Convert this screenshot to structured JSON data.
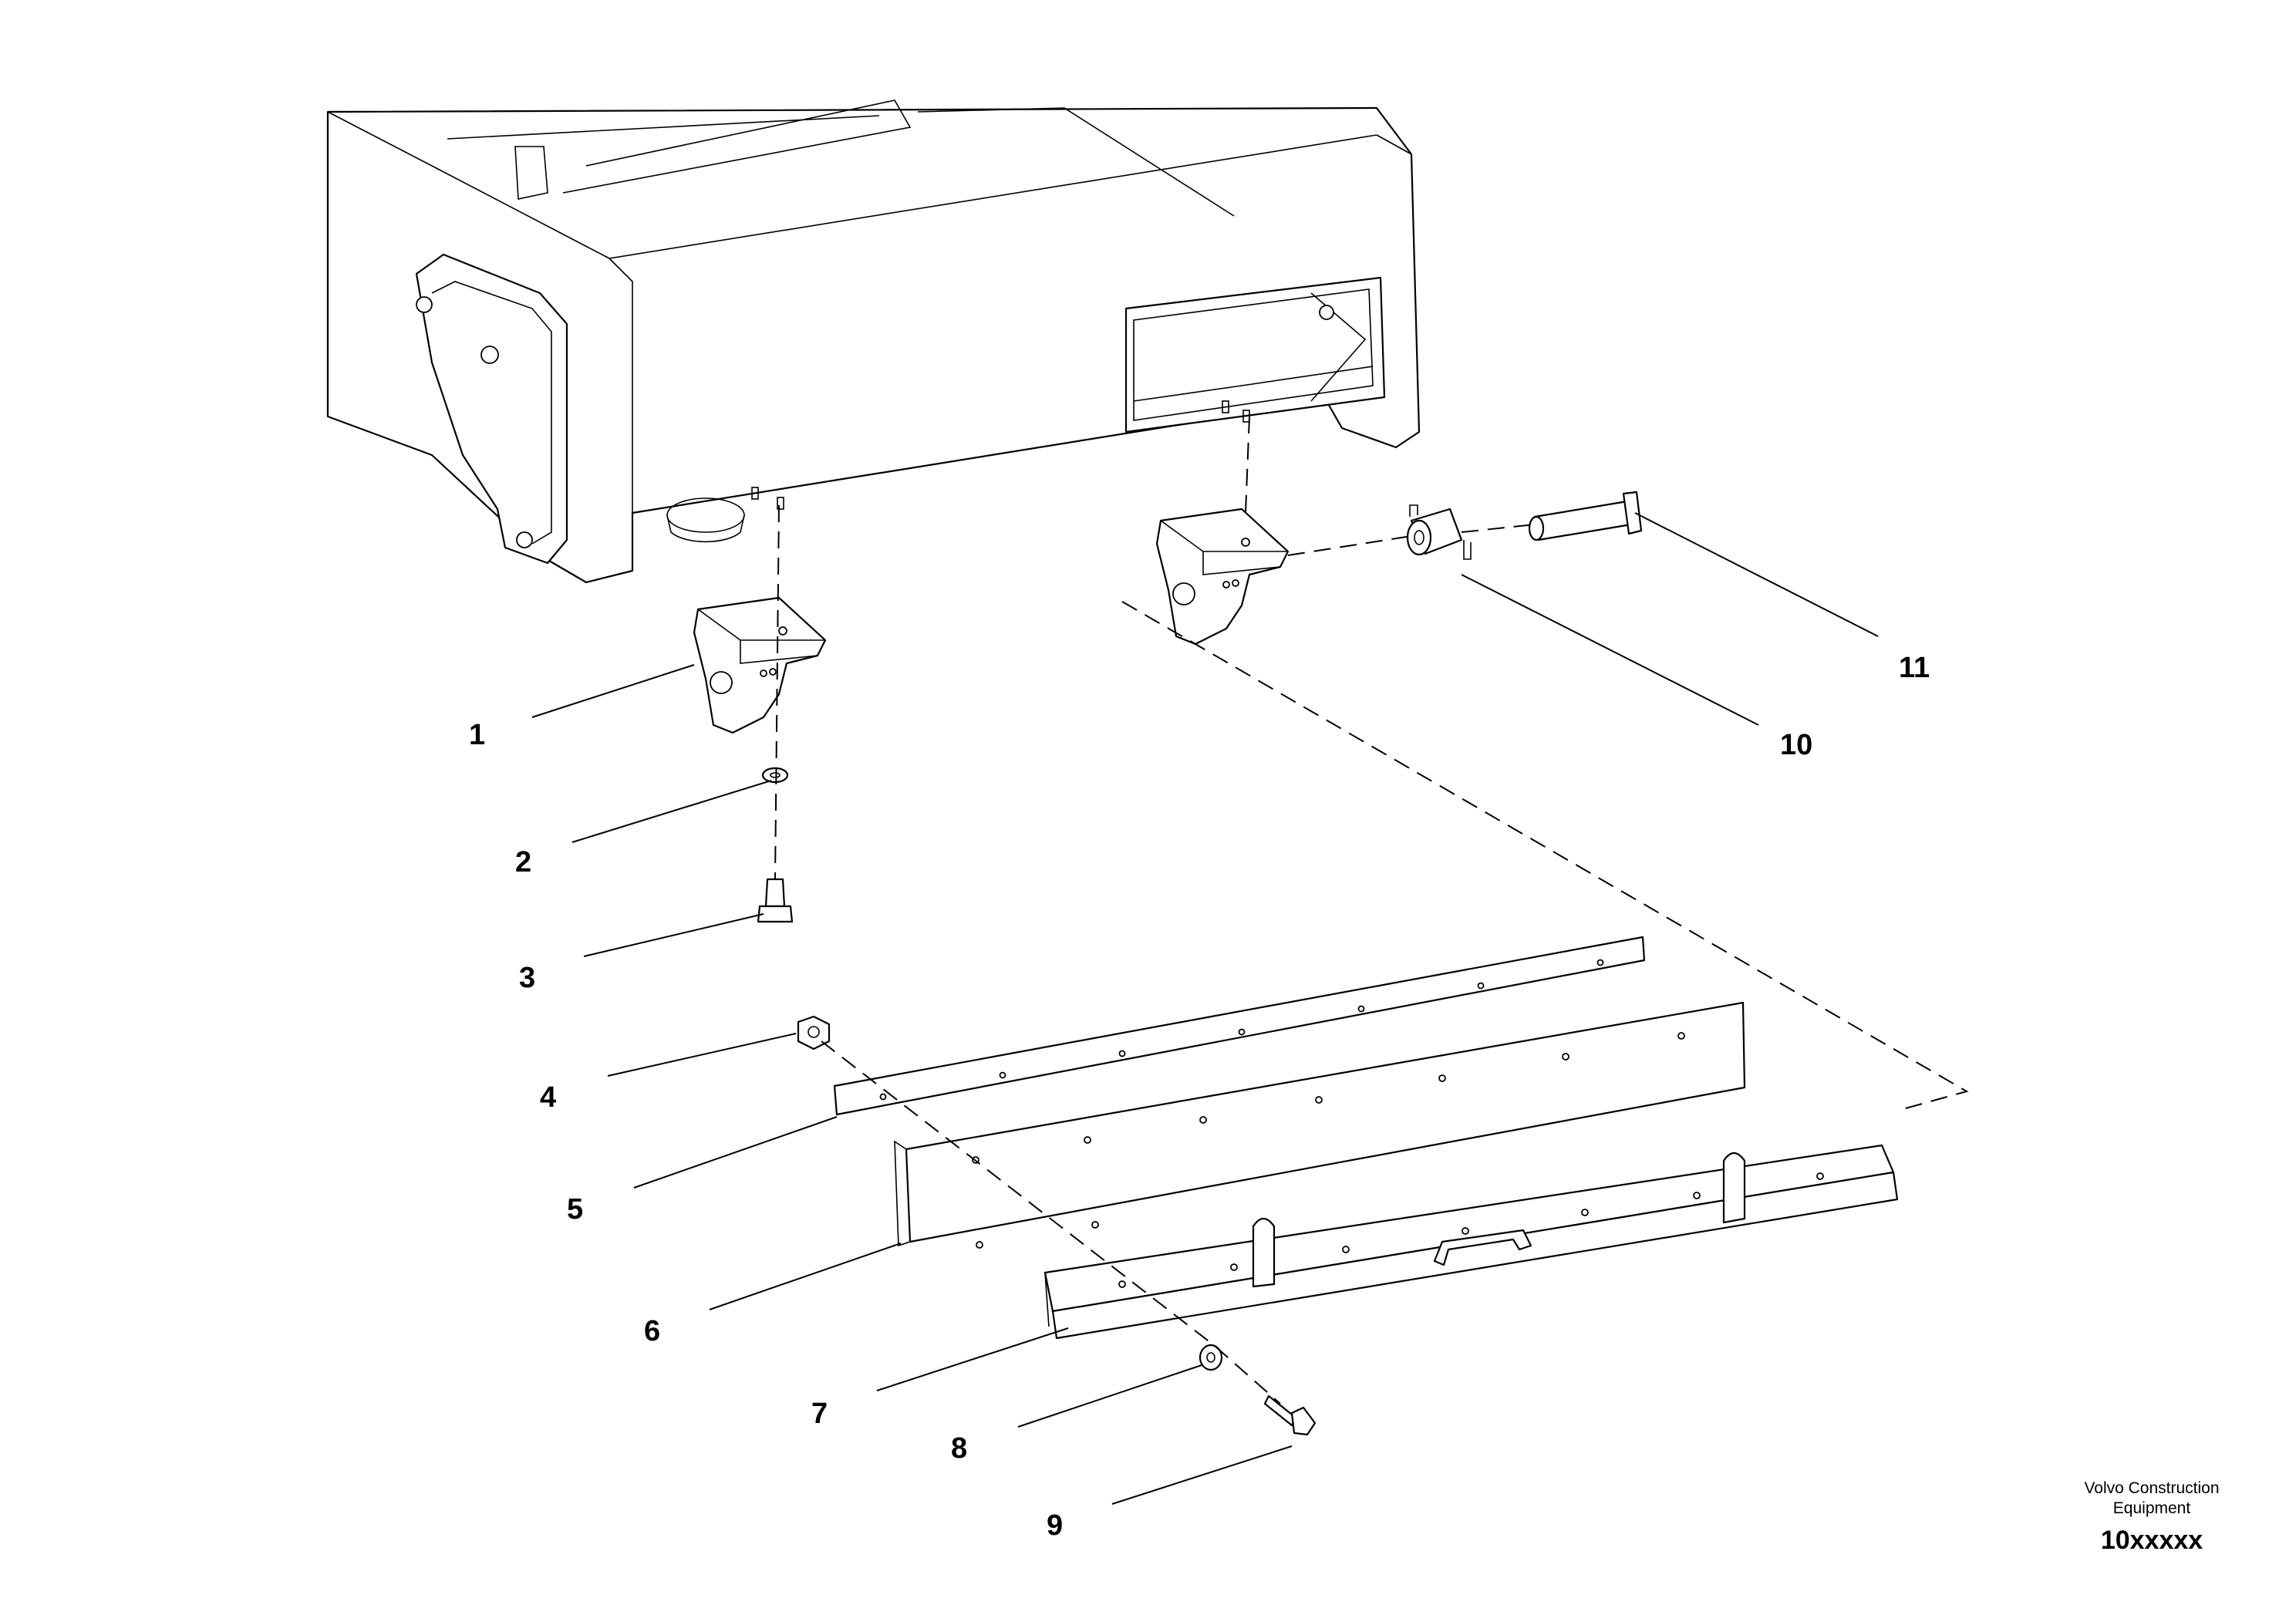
{
  "callouts": [
    {
      "id": "1",
      "label": "1"
    },
    {
      "id": "2",
      "label": "2"
    },
    {
      "id": "3",
      "label": "3"
    },
    {
      "id": "4",
      "label": "4"
    },
    {
      "id": "5",
      "label": "5"
    },
    {
      "id": "6",
      "label": "6"
    },
    {
      "id": "7",
      "label": "7"
    },
    {
      "id": "8",
      "label": "8"
    },
    {
      "id": "9",
      "label": "9"
    },
    {
      "id": "10",
      "label": "10"
    },
    {
      "id": "11",
      "label": "11"
    }
  ],
  "footer": {
    "brand_line1": "Volvo Construction",
    "brand_line2": "Equipment",
    "code": "10xxxxx"
  }
}
